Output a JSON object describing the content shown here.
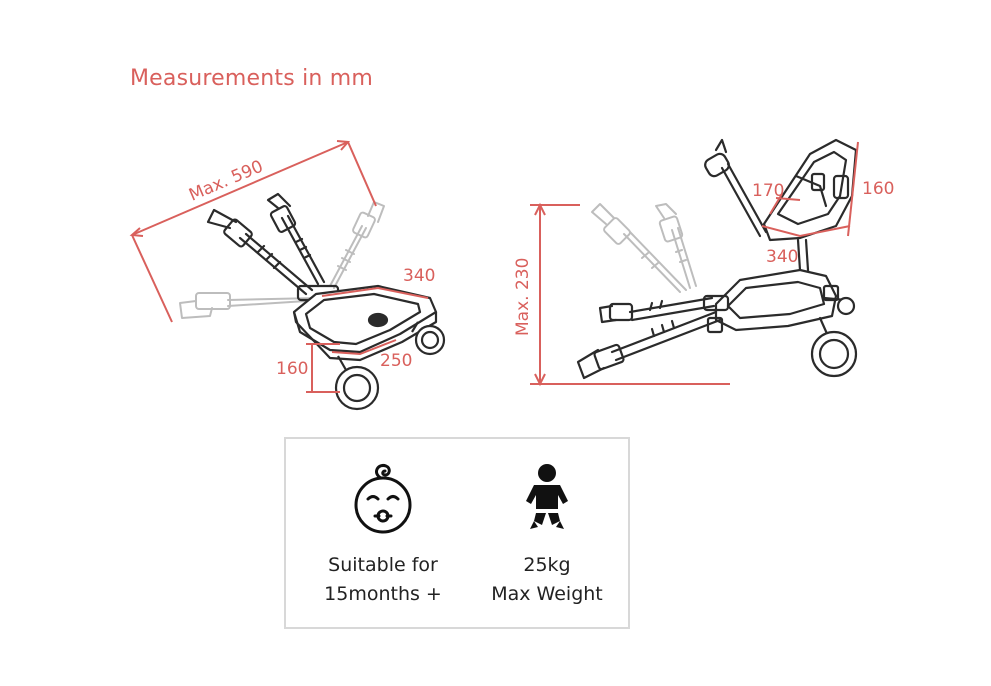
{
  "header": {
    "title": "Measurements in mm"
  },
  "left_view": {
    "labels": {
      "max_length": "Max. 590",
      "width": "340",
      "depth": "250",
      "height": "160"
    }
  },
  "right_view": {
    "labels": {
      "max_height": "Max. 230",
      "seat_width": "170",
      "seat_height": "160",
      "board_width": "340"
    }
  },
  "info": {
    "age": {
      "line1": "Suitable for",
      "line2": "15months +",
      "icon": "baby-face-icon"
    },
    "weight": {
      "line1": "25kg",
      "line2": "Max Weight",
      "icon": "toddler-icon"
    }
  },
  "colors": {
    "accent": "#d9605c",
    "line": "#2b2b2b",
    "ghost": "#bdbdbd",
    "border": "#d8d8d8"
  }
}
